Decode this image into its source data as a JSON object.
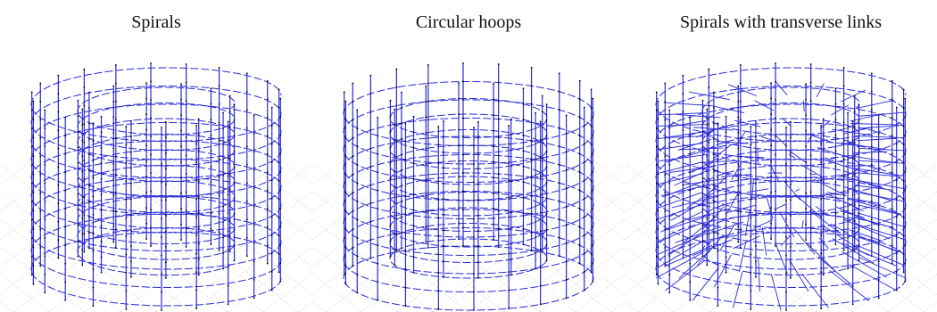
{
  "figure": {
    "panels": [
      {
        "id": "spirals",
        "title": "Spirals",
        "variant": "spiral"
      },
      {
        "id": "circular-hoops",
        "title": "Circular hoops",
        "variant": "hoop"
      },
      {
        "id": "spirals-links",
        "title": "Spirals with transverse links",
        "variant": "spiral-links"
      }
    ],
    "colors": {
      "reinforcement": "#2a2ad6",
      "ground_grid": "#d0d0d0",
      "nodes": "#000000"
    }
  }
}
